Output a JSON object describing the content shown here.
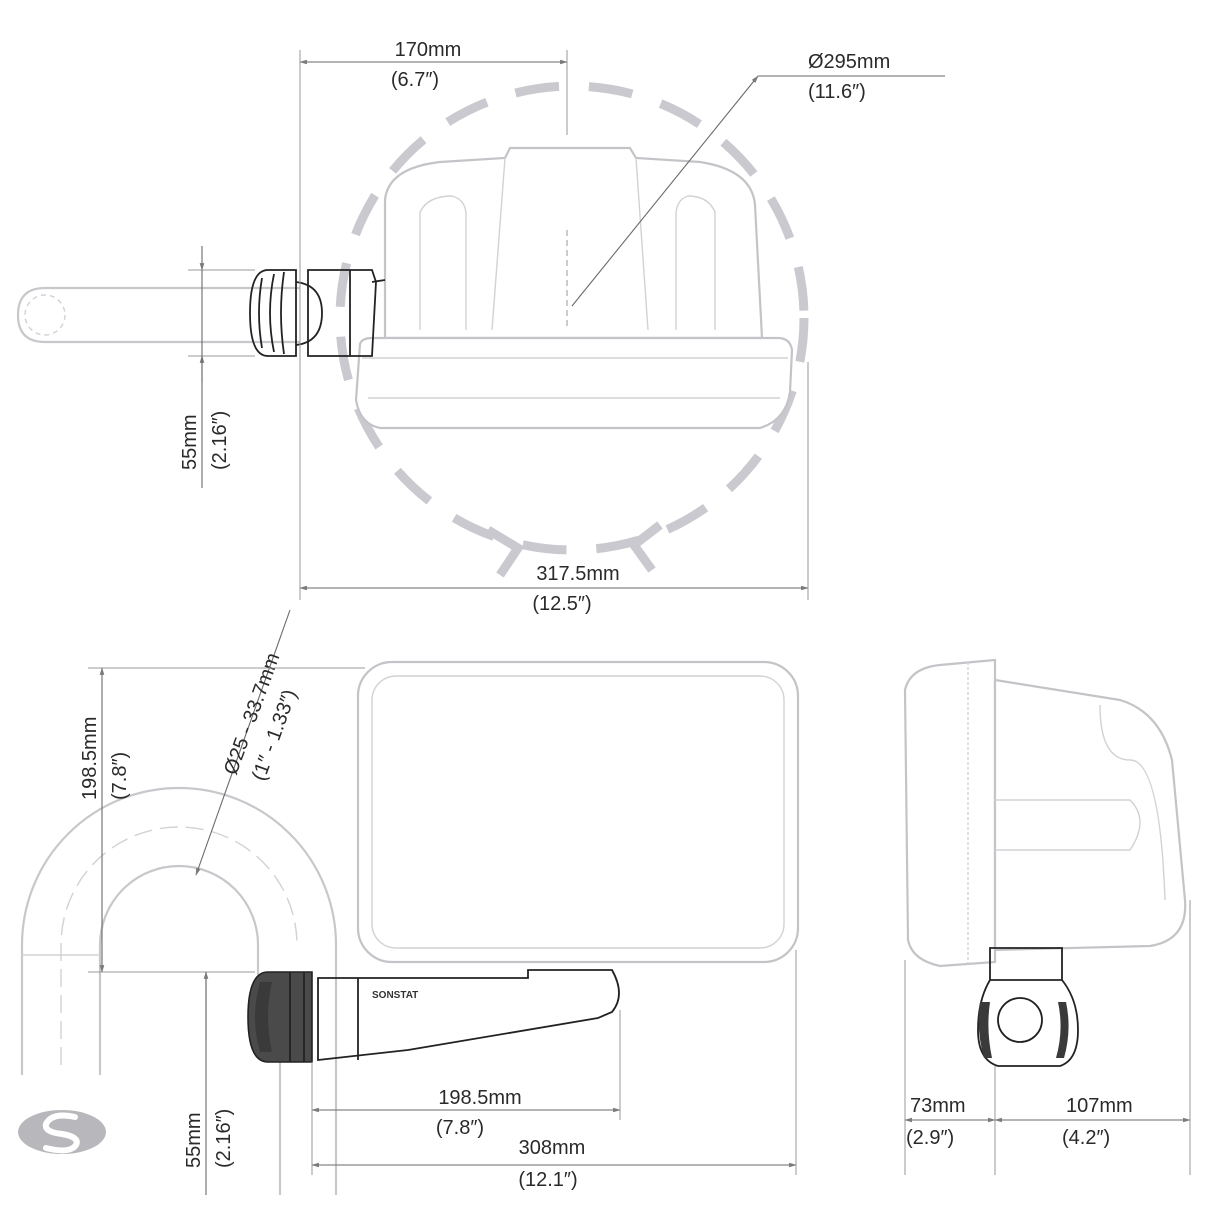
{
  "dimensions": {
    "top_width_mm": "170mm",
    "top_width_in": "(6.7″)",
    "diameter_mm": "Ø295mm",
    "diameter_in": "(11.6″)",
    "top_clamp_mm": "55mm",
    "top_clamp_in": "(2.16″)",
    "overall_width_mm": "317.5mm",
    "overall_width_in": "(12.5″)",
    "tube_dia_mm": "Ø25 - 33.7mm",
    "tube_dia_in": "(1″ - 1.33″)",
    "height_mm": "198.5mm",
    "height_in": "(7.8″)",
    "bottom_clamp_mm": "55mm",
    "bottom_clamp_in": "(2.16″)",
    "arm_length_mm": "198.5mm",
    "arm_length_in": "(7.8″)",
    "total_length_mm": "308mm",
    "total_length_in": "(12.1″)",
    "side_front_mm": "73mm",
    "side_front_in": "(2.9″)",
    "side_back_mm": "107mm",
    "side_back_in": "(4.2″)"
  },
  "brand_text": "SONSTAT",
  "colors": {
    "ghost": "#c8c8cc",
    "mount": "#4a4a4a",
    "logo": "#b8b8bc"
  }
}
